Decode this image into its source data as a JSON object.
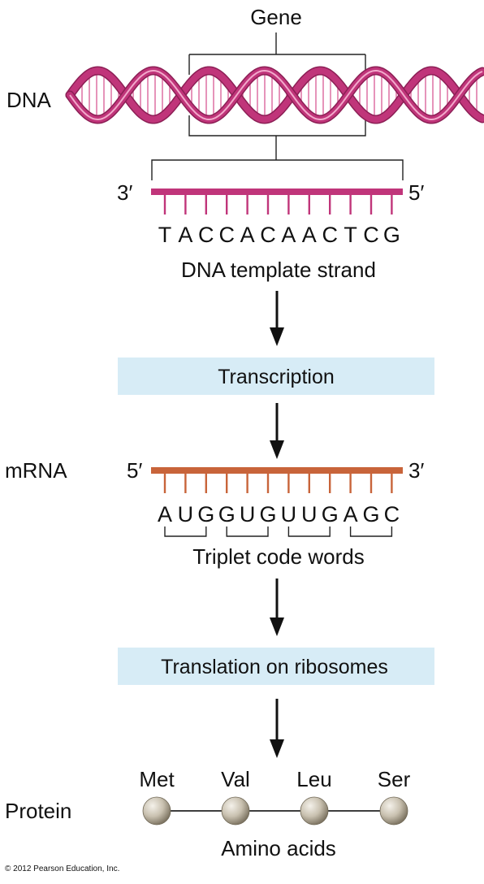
{
  "labels": {
    "gene": "Gene",
    "dna": "DNA",
    "mrna": "mRNA",
    "protein": "Protein",
    "three_prime": "3′",
    "five_prime": "5′",
    "dna_template_strand": "DNA template strand",
    "triplet_code_words": "Triplet code words",
    "amino_acids": "Amino acids"
  },
  "dna_template_bases": [
    "T",
    "A",
    "C",
    "C",
    "A",
    "C",
    "A",
    "A",
    "C",
    "T",
    "C",
    "G"
  ],
  "mrna_bases": [
    "A",
    "U",
    "G",
    "G",
    "U",
    "G",
    "U",
    "U",
    "G",
    "A",
    "G",
    "C"
  ],
  "steps": {
    "transcription": "Transcription",
    "translation": "Translation on ribosomes"
  },
  "amino_acids": [
    "Met",
    "Val",
    "Leu",
    "Ser"
  ],
  "copyright": "© 2012 Pearson Education, Inc.",
  "colors": {
    "dna": "#c0357a",
    "dna_light": "#e07aa8",
    "mrna": "#c8643a",
    "box": "#d7ecf6",
    "arrow": "#111111",
    "bead": "#a89f8c"
  }
}
